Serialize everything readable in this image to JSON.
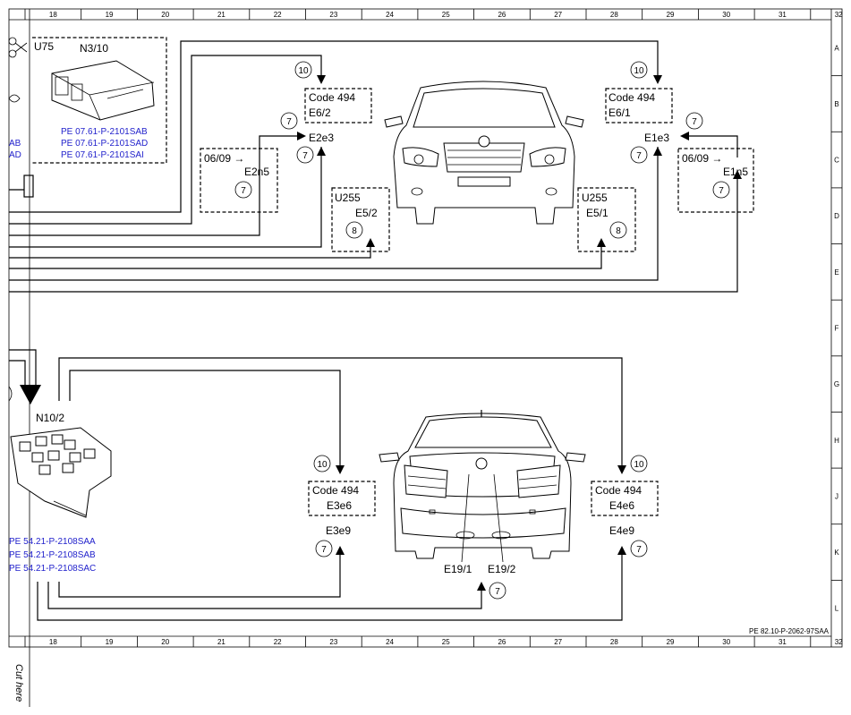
{
  "grid": {
    "columns": [
      "18",
      "19",
      "20",
      "21",
      "22",
      "23",
      "24",
      "25",
      "26",
      "27",
      "28",
      "29",
      "30",
      "31",
      "32"
    ],
    "rows": [
      "A",
      "B",
      "C",
      "D",
      "E",
      "F",
      "G",
      "H",
      "J",
      "K",
      "L"
    ]
  },
  "cut_label": "Cut here",
  "page_ref": "PE 82.10-P-2062-97SAA",
  "components": {
    "u75": "U75",
    "n3_10": "N3/10",
    "n3_10_refs": [
      "PE 07.61-P-2101SAB",
      "PE 07.61-P-2101SAD",
      "PE 07.61-P-2101SAI"
    ],
    "partial_left": [
      "AB",
      "AD"
    ],
    "n10_2": "N10/2",
    "n10_2_refs": [
      "PE 54.21-P-2108SAA",
      "PE 54.21-P-2108SAB",
      "PE 54.21-P-2108SAC"
    ],
    "code494": "Code 494",
    "e6_2": "E6/2",
    "e6_1": "E6/1",
    "e2e3": "E2e3",
    "e1e3": "E1e3",
    "e2n5": "E2n5",
    "e1n5": "E1n5",
    "date_0609": "06/09 →",
    "u255": "U255",
    "e5_2": "E5/2",
    "e5_1": "E5/1",
    "e3e6": "E3e6",
    "e4e6": "E4e6",
    "e3e9": "E3e9",
    "e4e9": "E4e9",
    "e19_1": "E19/1",
    "e19_2": "E19/2"
  },
  "circle_refs": {
    "n10": "10",
    "n7": "7",
    "n8": "8"
  }
}
